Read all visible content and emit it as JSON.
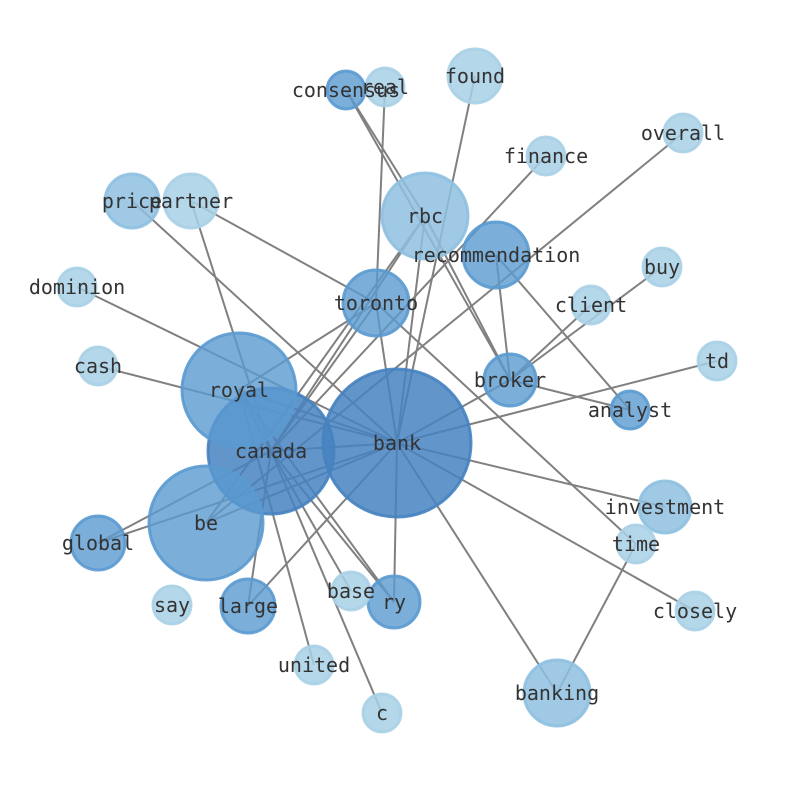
{
  "colors": {
    "background": "#ffffff",
    "edge": "#808080",
    "label": "#333333",
    "node_dark": "#4682c0",
    "node_mid": "#5a9ad0",
    "node_light": "#8ec0e0",
    "node_lightest": "#a8d0e6"
  },
  "graph": {
    "nodes": [
      {
        "id": "bank",
        "label": "bank",
        "tone": "dark"
      },
      {
        "id": "canada",
        "label": "canada",
        "tone": "dark"
      },
      {
        "id": "royal",
        "label": "royal",
        "tone": "mid"
      },
      {
        "id": "be",
        "label": "be",
        "tone": "mid"
      },
      {
        "id": "rbc",
        "label": "rbc",
        "tone": "light"
      },
      {
        "id": "toronto",
        "label": "toronto",
        "tone": "mid"
      },
      {
        "id": "recommendation",
        "label": "recommendation",
        "tone": "mid"
      },
      {
        "id": "broker",
        "label": "broker",
        "tone": "mid"
      },
      {
        "id": "banking",
        "label": "banking",
        "tone": "light"
      },
      {
        "id": "investment",
        "label": "investment",
        "tone": "light"
      },
      {
        "id": "ry",
        "label": "ry",
        "tone": "mid"
      },
      {
        "id": "large",
        "label": "large",
        "tone": "mid"
      },
      {
        "id": "global",
        "label": "global",
        "tone": "mid"
      },
      {
        "id": "price",
        "label": "price",
        "tone": "light"
      },
      {
        "id": "partner",
        "label": "partner",
        "tone": "lightest"
      },
      {
        "id": "found",
        "label": "found",
        "tone": "lightest"
      },
      {
        "id": "consensus",
        "label": "consensus",
        "tone": "mid"
      },
      {
        "id": "real",
        "label": "real",
        "tone": "lightest"
      },
      {
        "id": "finance",
        "label": "finance",
        "tone": "lightest"
      },
      {
        "id": "overall",
        "label": "overall",
        "tone": "lightest"
      },
      {
        "id": "buy",
        "label": "buy",
        "tone": "lightest"
      },
      {
        "id": "client",
        "label": "client",
        "tone": "lightest"
      },
      {
        "id": "td",
        "label": "td",
        "tone": "lightest"
      },
      {
        "id": "analyst",
        "label": "analyst",
        "tone": "mid"
      },
      {
        "id": "dominion",
        "label": "dominion",
        "tone": "lightest"
      },
      {
        "id": "cash",
        "label": "cash",
        "tone": "lightest"
      },
      {
        "id": "time",
        "label": "time",
        "tone": "lightest"
      },
      {
        "id": "closely",
        "label": "closely",
        "tone": "lightest"
      },
      {
        "id": "base",
        "label": "base",
        "tone": "lightest"
      },
      {
        "id": "say",
        "label": "say",
        "tone": "lightest"
      },
      {
        "id": "united",
        "label": "united",
        "tone": "lightest"
      },
      {
        "id": "c",
        "label": "c",
        "tone": "lightest"
      }
    ],
    "edges": [
      [
        "bank",
        "canada"
      ],
      [
        "bank",
        "royal"
      ],
      [
        "bank",
        "be"
      ],
      [
        "bank",
        "rbc"
      ],
      [
        "bank",
        "toronto"
      ],
      [
        "bank",
        "broker"
      ],
      [
        "bank",
        "banking"
      ],
      [
        "bank",
        "investment"
      ],
      [
        "bank",
        "ry"
      ],
      [
        "bank",
        "large"
      ],
      [
        "bank",
        "global"
      ],
      [
        "bank",
        "found"
      ],
      [
        "bank",
        "td"
      ],
      [
        "bank",
        "cash"
      ],
      [
        "bank",
        "dominion"
      ],
      [
        "bank",
        "closely"
      ],
      [
        "bank",
        "price"
      ],
      [
        "canada",
        "royal"
      ],
      [
        "canada",
        "rbc"
      ],
      [
        "canada",
        "toronto"
      ],
      [
        "canada",
        "ry"
      ],
      [
        "canada",
        "large"
      ],
      [
        "canada",
        "global"
      ],
      [
        "canada",
        "base"
      ],
      [
        "canada",
        "c"
      ],
      [
        "canada",
        "finance"
      ],
      [
        "canada",
        "partner"
      ],
      [
        "royal",
        "toronto"
      ],
      [
        "royal",
        "ry"
      ],
      [
        "royal",
        "united"
      ],
      [
        "be",
        "rbc"
      ],
      [
        "be",
        "overall"
      ],
      [
        "rbc",
        "consensus"
      ],
      [
        "rbc",
        "broker"
      ],
      [
        "toronto",
        "real"
      ],
      [
        "toronto",
        "partner"
      ],
      [
        "toronto",
        "time"
      ],
      [
        "recommendation",
        "broker"
      ],
      [
        "recommendation",
        "analyst"
      ],
      [
        "broker",
        "client"
      ],
      [
        "broker",
        "buy"
      ],
      [
        "broker",
        "analyst"
      ],
      [
        "consensus",
        "broker"
      ],
      [
        "time",
        "banking"
      ]
    ]
  }
}
